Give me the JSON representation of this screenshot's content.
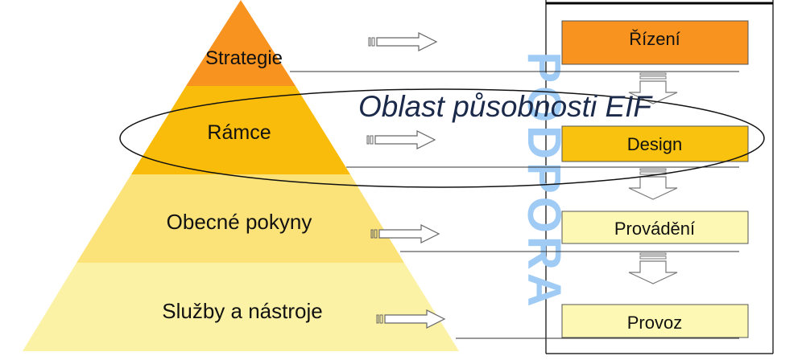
{
  "pyramid": {
    "levels": [
      {
        "label": "Strategie",
        "color": "#f7931e"
      },
      {
        "label": "Rámce",
        "color": "#f9bc0b"
      },
      {
        "label": "Obecné pokyny",
        "color": "#fbe37a"
      },
      {
        "label": "Služby a nástroje",
        "color": "#fcf2a6"
      }
    ]
  },
  "scope_label": "Oblast působnosti EIF",
  "support_label": "PODPORA",
  "process": {
    "boxes": [
      {
        "label": "Řízení",
        "color": "#f7931e"
      },
      {
        "label": "Design",
        "color": "#f9c20e"
      },
      {
        "label": "Provádění",
        "color": "#fdf9b4"
      },
      {
        "label": "Provoz",
        "color": "#fdf9b4"
      }
    ]
  },
  "colors": {
    "support_text": "#9fcbf5",
    "scope_text": "#1b2a4a",
    "line": "#000000"
  }
}
